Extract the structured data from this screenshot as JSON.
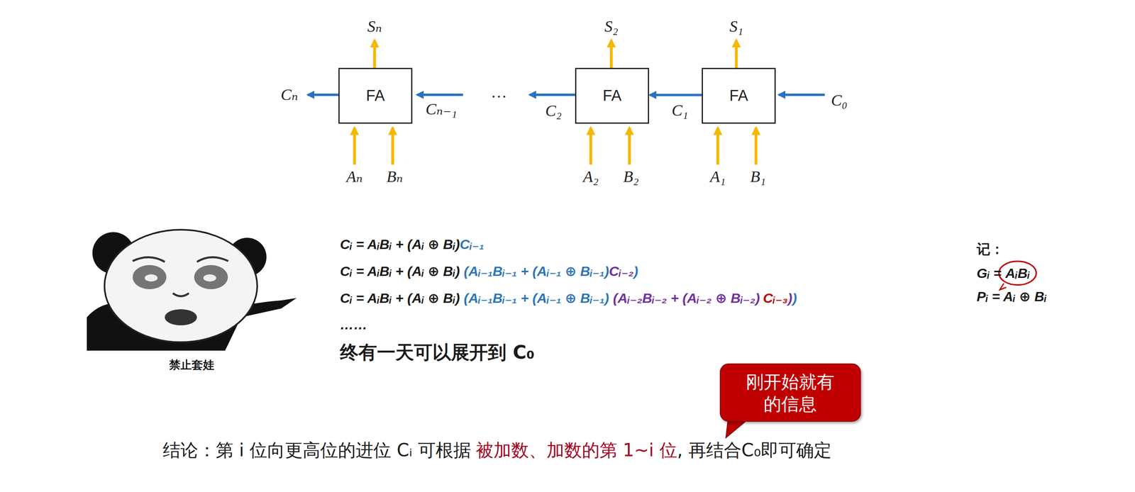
{
  "diagram": {
    "nodes": [
      {
        "text": [
          "FA"
        ]
      },
      {
        "text": [
          "FA"
        ]
      },
      {
        "text": [
          "FA"
        ]
      },
      {
        "text": [
          "刚开始就有 的信息"
        ]
      }
    ],
    "edges": [
      {
        "from": 2,
        "to": 1,
        "arrow": "to",
        "label": "C₁"
      }
    ],
    "labels": [
      "Sₙ",
      "S₂",
      "S₁",
      "Cₙ",
      "Cₙ₋₁",
      "…",
      "C₂",
      "C₀",
      "Aₙ",
      "Bₙ",
      "A₂",
      "B₂",
      "A₁",
      "B₁",
      "禁止套娃",
      "Cᵢ = AᵢBᵢ + (Aᵢ ⊕ Bᵢ)",
      "Cᵢ₋₁",
      "Cᵢ = AᵢBᵢ + (Aᵢ ⊕ Bᵢ)",
      "(Aᵢ₋₁Bᵢ₋₁ + (Aᵢ₋₁ ⊕ Bᵢ₋₁)",
      "Cᵢ₋₂",
      ")",
      "Cᵢ = AᵢBᵢ + (Aᵢ ⊕ Bᵢ)",
      "(Aᵢ₋₁Bᵢ₋₁ + (Aᵢ₋₁ ⊕ Bᵢ₋₁)",
      "(Aᵢ₋₂Bᵢ₋₂ + (Aᵢ₋₂ ⊕ Bᵢ₋₂)",
      "Cᵢ₋₃",
      ")",
      ")",
      "……",
      "终有一天可以展开到 C₀",
      "记：",
      "Gᵢ =",
      "AᵢBᵢ",
      "Pᵢ = Aᵢ ⊕ Bᵢ",
      "结论：第 i 位向更高位的进位 Cᵢ 可根据",
      "被加数、加数的第 1~i 位",
      ", 再结合C₀即可确定"
    ]
  }
}
